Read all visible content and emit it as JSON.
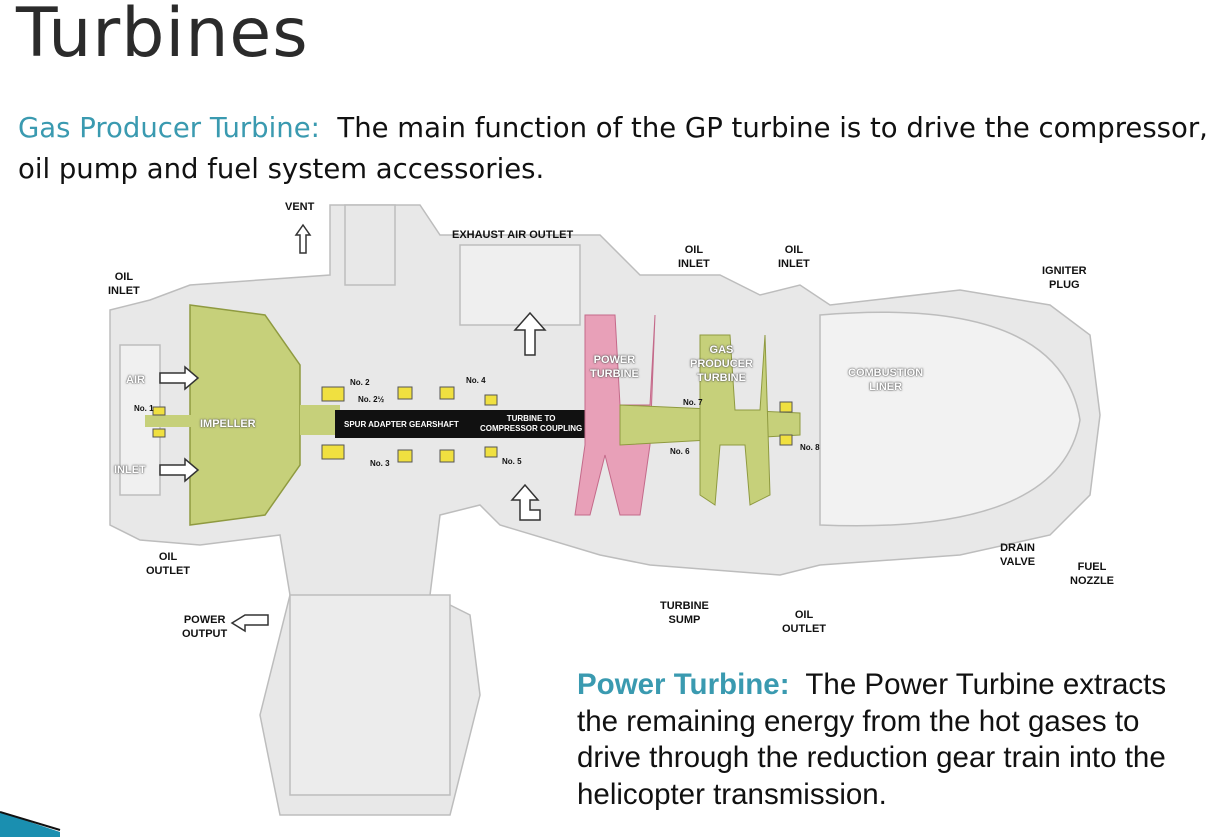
{
  "slide": {
    "title": "Turbines",
    "accent_color": "#3a9ab0",
    "gas_producer": {
      "heading": "Gas Producer Turbine:",
      "body": "The main function of the GP turbine is to drive the compressor, oil pump and fuel system accessories."
    },
    "power_turbine": {
      "heading": "Power Turbine:",
      "body": "The Power Turbine extracts the remaining energy from the hot gases to drive through the reduction gear train into the helicopter transmission."
    }
  },
  "diagram": {
    "colors": {
      "impeller": "#c8d27a",
      "power_turbine": "#e8a0b8",
      "gp_turbine": "#c8d27a",
      "shaft": "#111111",
      "housing": "#e6e6e6"
    },
    "labels": {
      "vent": "VENT",
      "exhaust": "EXHAUST AIR OUTLET",
      "oil_inlet_1": [
        "OIL",
        "INLET"
      ],
      "oil_inlet_2": [
        "OIL",
        "INLET"
      ],
      "oil_inlet_left": [
        "OIL",
        "INLET"
      ],
      "igniter": [
        "IGNITER",
        "PLUG"
      ],
      "air": "AIR",
      "inlet": "INLET",
      "impeller": "IMPELLER",
      "no1": "No. 1",
      "no2": "No. 2",
      "no2half": "No. 2½",
      "no3": "No. 3",
      "no4": "No. 4",
      "no5": "No. 5",
      "no6": "No. 6",
      "no7": "No. 7",
      "no8": "No. 8",
      "gearshaft": "SPUR ADAPTER GEARSHAFT",
      "coupling": [
        "TURBINE TO",
        "COMPRESSOR COUPLING"
      ],
      "power_turbine": [
        "POWER",
        "TURBINE"
      ],
      "gp_turbine": [
        "GAS",
        "PRODUCER",
        "TURBINE"
      ],
      "combustion": [
        "COMBUSTION",
        "LINER"
      ],
      "oil_outlet_left": [
        "OIL",
        "OUTLET"
      ],
      "oil_outlet_right": [
        "OIL",
        "OUTLET"
      ],
      "drain": [
        "DRAIN",
        "VALVE"
      ],
      "fuel": [
        "FUEL",
        "NOZZLE"
      ],
      "power_output": [
        "POWER",
        "OUTPUT"
      ],
      "sump": [
        "TURBINE",
        "SUMP"
      ]
    }
  }
}
